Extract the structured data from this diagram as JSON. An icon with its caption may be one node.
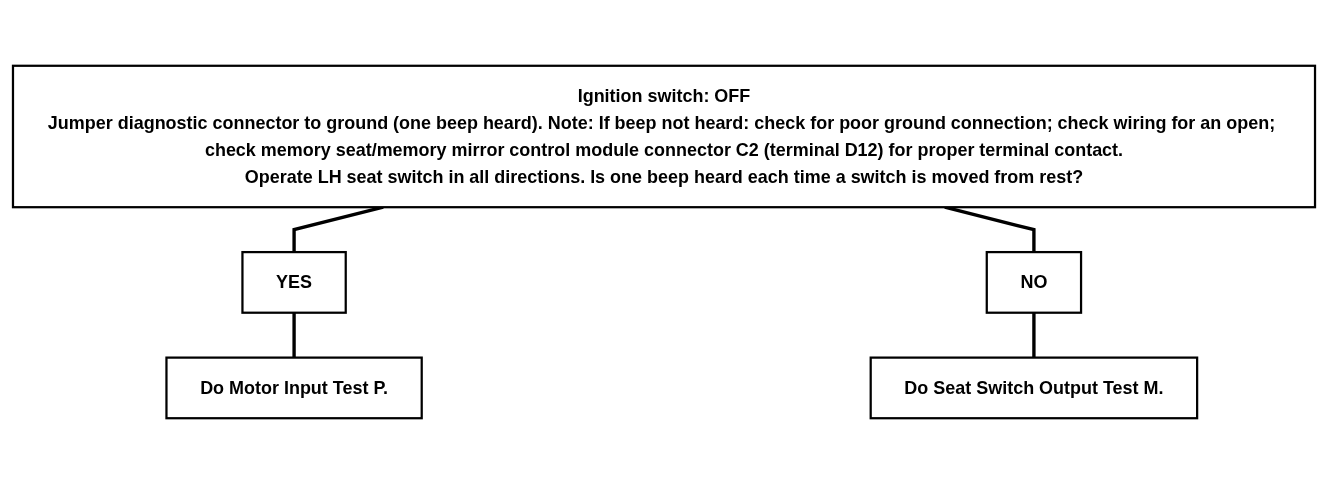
{
  "diagram": {
    "nodes": [
      {
        "text": [
          "Ignition switch: OFF",
          "Jumper diagnostic connector to ground (one beep heard). Note: If beep not heard: check for poor ground connection; check wiring for an open; check memory seat/memory mirror control module connector C2 (terminal D12) for proper terminal contact.",
          "Operate LH seat switch in all directions. Is one beep heard each time a switch is moved from rest?"
        ]
      },
      {
        "text": [
          "YES"
        ]
      },
      {
        "text": [
          "NO"
        ]
      },
      {
        "text": [
          "Do Motor Input Test P."
        ]
      },
      {
        "text": [
          "Do Seat Switch Output Test M."
        ]
      }
    ],
    "edges": [
      {
        "from": 0,
        "to": 1,
        "arrow": "none"
      },
      {
        "from": 0,
        "to": 2,
        "arrow": "none"
      },
      {
        "from": 1,
        "to": 3,
        "arrow": "none"
      },
      {
        "from": 2,
        "to": 4,
        "arrow": "none"
      }
    ]
  }
}
